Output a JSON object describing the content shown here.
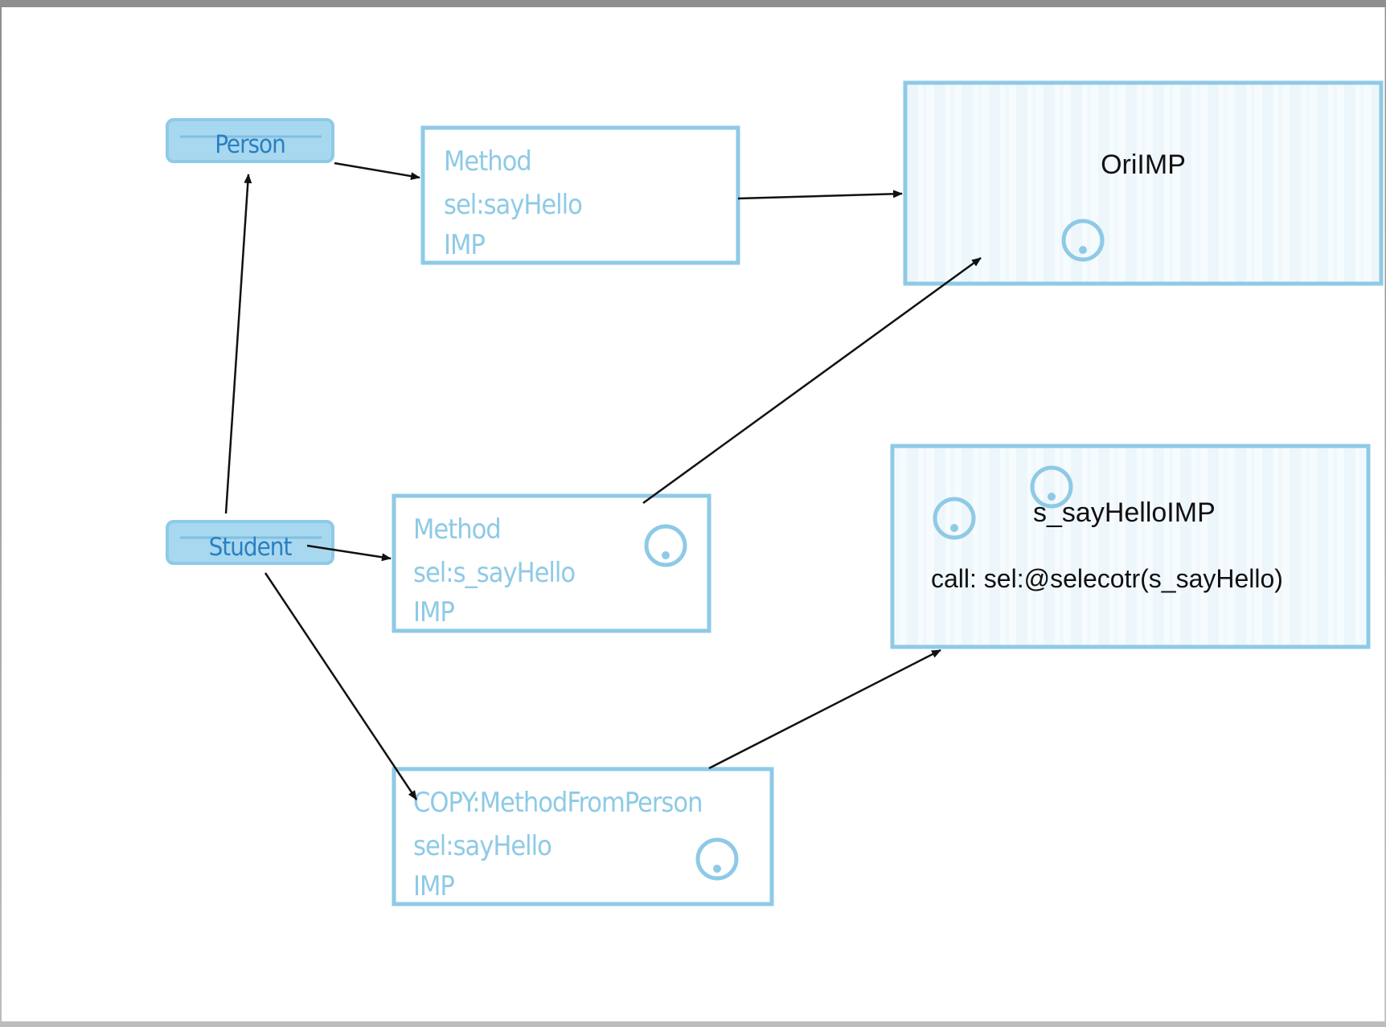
{
  "classes": {
    "person": "Person",
    "student": "Student"
  },
  "methods": {
    "person_method": {
      "title": "Method",
      "sel": "sel:sayHello",
      "imp": "IMP"
    },
    "student_method": {
      "title": "Method",
      "sel": "sel:s_sayHello",
      "imp": "IMP"
    },
    "copied_method": {
      "title": "COPY:MethodFromPerson",
      "sel": "sel:sayHello",
      "imp": "IMP"
    }
  },
  "implementations": {
    "ori": {
      "title": "OriIMP"
    },
    "swizzled": {
      "title": "s_sayHelloIMP",
      "call": "call: sel:@selecotr(s_sayHello)"
    }
  },
  "colors": {
    "box_stroke": "#8ecae6",
    "class_fill": "#a8d8f0",
    "class_text": "#2b7fc2",
    "arrow": "#111111"
  }
}
